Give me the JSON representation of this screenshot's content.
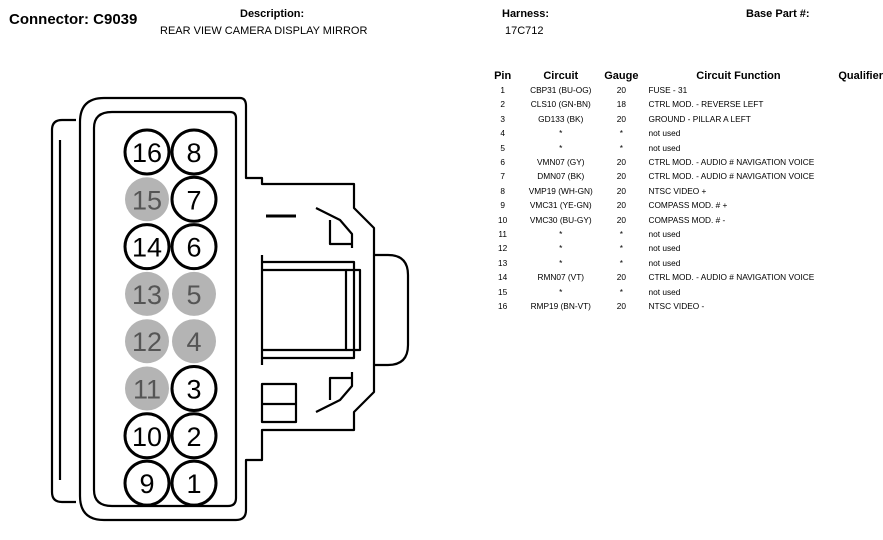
{
  "header": {
    "connector_label": "Connector: C9039",
    "description_label": "Description:",
    "description_value": "REAR VIEW CAMERA DISPLAY MIRROR",
    "harness_label": "Harness:",
    "harness_value": "17C712",
    "base_part_label": "Base Part #:"
  },
  "colors": {
    "pin_used": "#ffffff",
    "pin_unused": "#b4b4b4",
    "text_unused": "#555555",
    "line": "#000000"
  },
  "connector_pins": [
    {
      "num": "16",
      "used": true
    },
    {
      "num": "8",
      "used": true
    },
    {
      "num": "15",
      "used": false
    },
    {
      "num": "7",
      "used": true
    },
    {
      "num": "14",
      "used": true
    },
    {
      "num": "6",
      "used": true
    },
    {
      "num": "13",
      "used": false
    },
    {
      "num": "5",
      "used": false
    },
    {
      "num": "12",
      "used": false
    },
    {
      "num": "4",
      "used": false
    },
    {
      "num": "11",
      "used": false
    },
    {
      "num": "3",
      "used": true
    },
    {
      "num": "10",
      "used": true
    },
    {
      "num": "2",
      "used": true
    },
    {
      "num": "9",
      "used": true
    },
    {
      "num": "1",
      "used": true
    }
  ],
  "table": {
    "headers": {
      "pin": "Pin",
      "circuit": "Circuit",
      "gauge": "Gauge",
      "function": "Circuit Function",
      "qualifier": "Qualifier"
    },
    "rows": [
      {
        "pin": "1",
        "circuit": "CBP31 (BU-OG)",
        "gauge": "20",
        "function": "FUSE - 31"
      },
      {
        "pin": "2",
        "circuit": "CLS10 (GN-BN)",
        "gauge": "18",
        "function": "CTRL MOD. - REVERSE LEFT"
      },
      {
        "pin": "3",
        "circuit": "GD133 (BK)",
        "gauge": "20",
        "function": "GROUND - PILLAR A LEFT"
      },
      {
        "pin": "4",
        "circuit": "*",
        "gauge": "*",
        "function": "not used"
      },
      {
        "pin": "5",
        "circuit": "*",
        "gauge": "*",
        "function": "not used"
      },
      {
        "pin": "6",
        "circuit": "VMN07 (GY)",
        "gauge": "20",
        "function": "CTRL MOD. - AUDIO # NAVIGATION VOICE"
      },
      {
        "pin": "7",
        "circuit": "DMN07 (BK)",
        "gauge": "20",
        "function": "CTRL MOD. - AUDIO # NAVIGATION VOICE"
      },
      {
        "pin": "8",
        "circuit": "VMP19 (WH-GN)",
        "gauge": "20",
        "function": "NTSC VIDEO +"
      },
      {
        "pin": "9",
        "circuit": "VMC31 (YE-GN)",
        "gauge": "20",
        "function": "COMPASS MOD. # +"
      },
      {
        "pin": "10",
        "circuit": "VMC30 (BU-GY)",
        "gauge": "20",
        "function": "COMPASS MOD. # -"
      },
      {
        "pin": "11",
        "circuit": "*",
        "gauge": "*",
        "function": "not used"
      },
      {
        "pin": "12",
        "circuit": "*",
        "gauge": "*",
        "function": "not used"
      },
      {
        "pin": "13",
        "circuit": "*",
        "gauge": "*",
        "function": "not used"
      },
      {
        "pin": "14",
        "circuit": "RMN07 (VT)",
        "gauge": "20",
        "function": "CTRL MOD. - AUDIO # NAVIGATION VOICE"
      },
      {
        "pin": "15",
        "circuit": "*",
        "gauge": "*",
        "function": "not used"
      },
      {
        "pin": "16",
        "circuit": "RMP19 (BN-VT)",
        "gauge": "20",
        "function": "NTSC VIDEO -"
      }
    ]
  }
}
